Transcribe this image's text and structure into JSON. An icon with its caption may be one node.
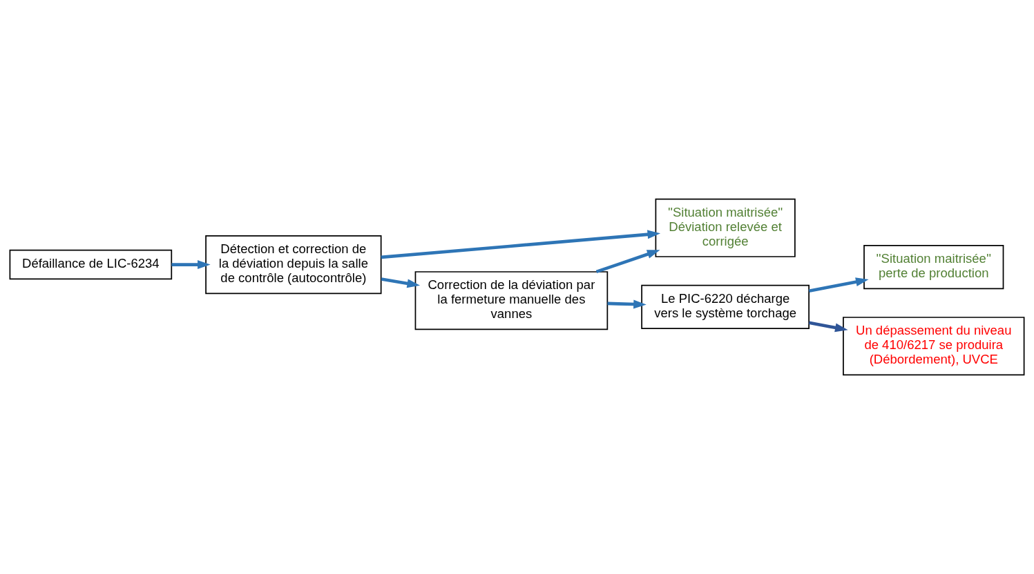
{
  "diagram": {
    "nodes": [
      {
        "text": [
          "Défaillance de LIC-6234"
        ]
      },
      {
        "text": [
          "Détection et correction de la déviation depuis la salle de contrôle (autocontrôle)"
        ]
      },
      {
        "text": [
          "''Situation maitrisée''",
          "Déviation relevée et corrigée"
        ]
      },
      {
        "text": [
          "Correction de la déviation par la fermeture manuelle des vannes"
        ]
      },
      {
        "text": [
          "Le PIC-6220 décharge vers le système torchage"
        ]
      },
      {
        "text": [
          "''Situation maitrisée''",
          "perte de production"
        ]
      },
      {
        "text": [
          "Un dépassement du niveau de 410/6217 se produira (Débordement), UVCE"
        ]
      }
    ],
    "edges": [
      {
        "from": 0,
        "to": 1,
        "arrow": "to"
      },
      {
        "from": 1,
        "to": 2,
        "arrow": "to"
      },
      {
        "from": 1,
        "to": 3,
        "arrow": "to"
      },
      {
        "from": 3,
        "to": 2,
        "arrow": "to"
      },
      {
        "from": 3,
        "to": 4,
        "arrow": "to"
      },
      {
        "from": 4,
        "to": 5,
        "arrow": "to"
      },
      {
        "from": 4,
        "to": 6,
        "arrow": "to",
        "color": "#2f5597"
      }
    ]
  }
}
